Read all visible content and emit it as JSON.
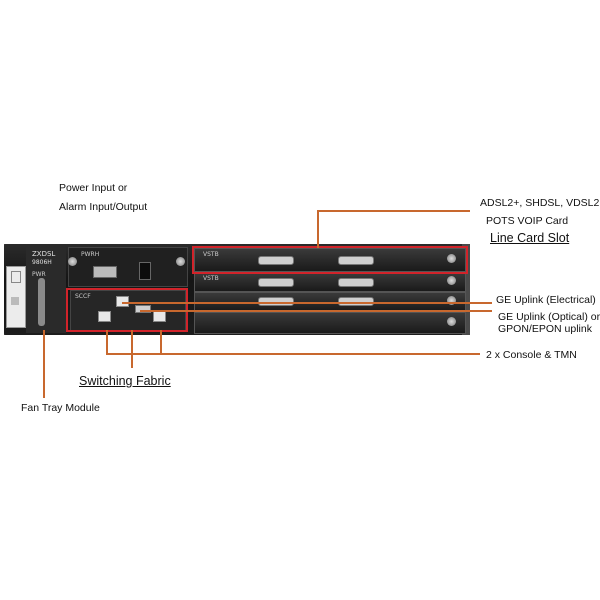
{
  "labels": {
    "power": [
      "Power Input or",
      "Alarm Input/Output"
    ],
    "adsl": [
      "ADSL2+, SHDSL, VDSL2,",
      "POTS VOIP Card"
    ],
    "line_card_slot": "Line Card Slot",
    "ge_electrical": "GE Uplink (Electrical)",
    "ge_optical": [
      "GE Uplink (Optical) or",
      "GPON/EPON uplink"
    ],
    "console": "2 x Console & TMN",
    "switching_fabric": "Switching Fabric",
    "fan_tray": "Fan Tray Module"
  },
  "device": {
    "model": [
      "ZXDSL",
      "9806H"
    ],
    "power_tag": "PWRH",
    "card_tag": "PWR",
    "slot_tags": [
      "VSTB",
      "VSTB"
    ],
    "control_tag": "SCCF"
  },
  "colors": {
    "leader_line": "#c8682e",
    "highlight_box": "#d2232a",
    "chassis": "#1d1d1d"
  }
}
